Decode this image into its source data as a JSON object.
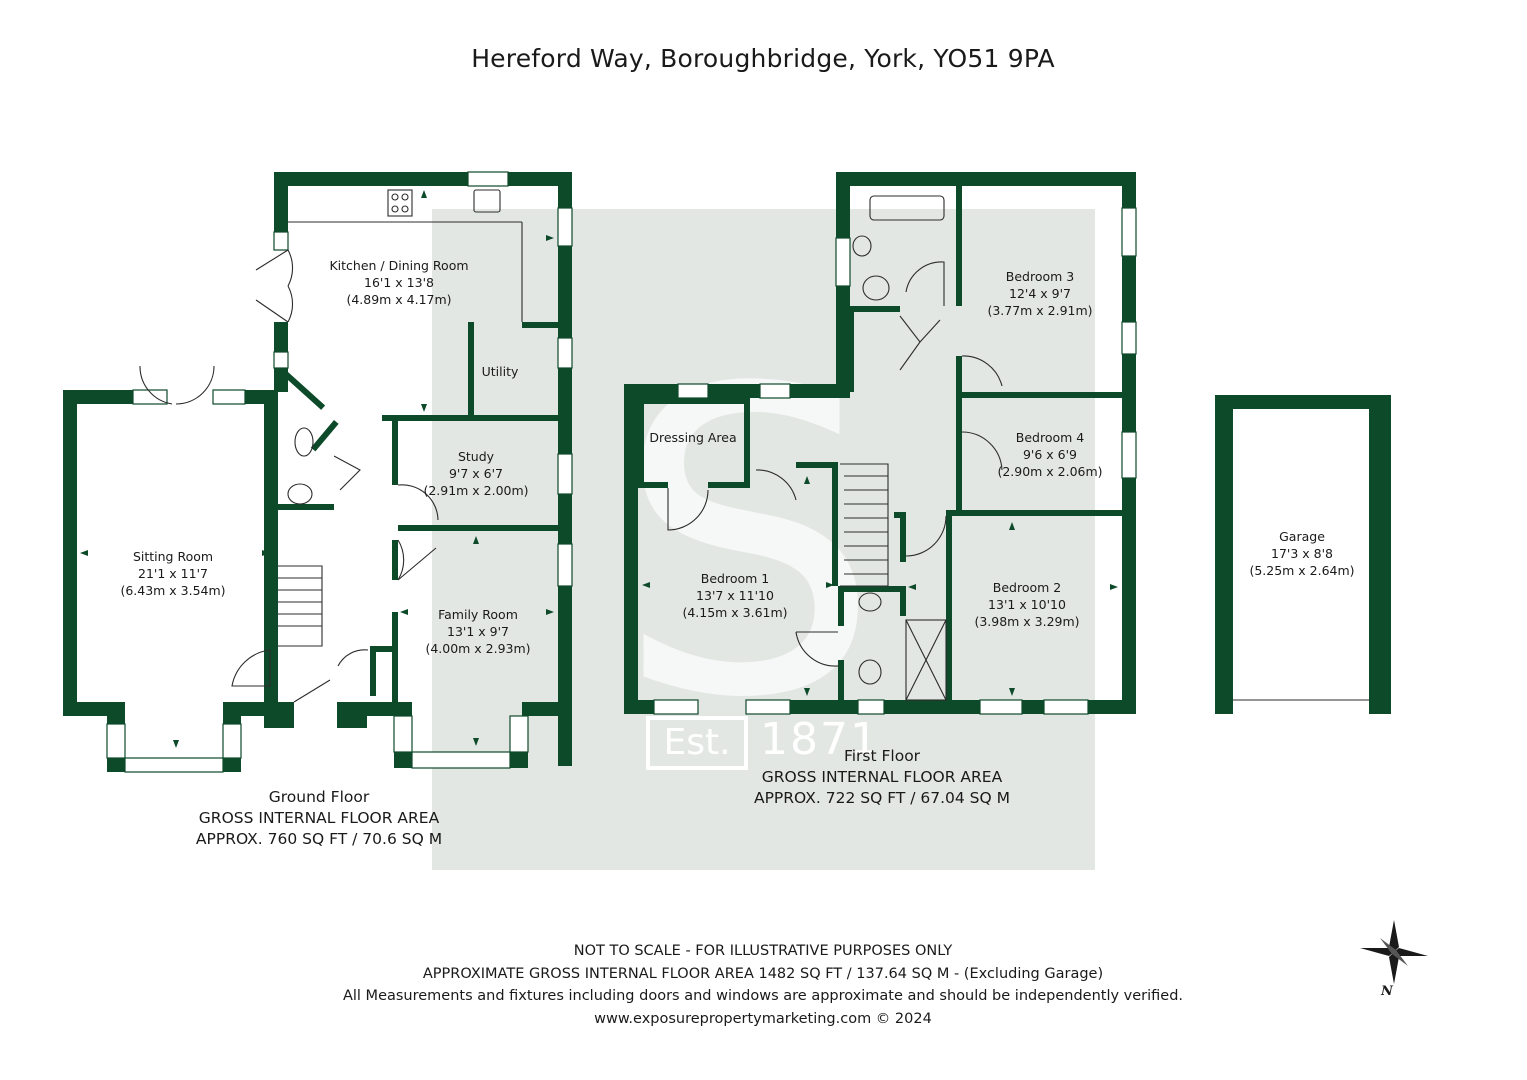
{
  "address": "Hereford Way, Boroughbridge, York, YO51 9PA",
  "colors": {
    "wall": "#0d4a2a",
    "watermark_panel": "#e3e7e4",
    "watermark_logo": "#f6f8f7"
  },
  "watermark": {
    "logo": "S",
    "est": "Est.",
    "year": "1871"
  },
  "rooms": {
    "kitchen": {
      "name": "Kitchen / Dining Room",
      "imperial": "16'1 x 13'8",
      "metric": "(4.89m x 4.17m)"
    },
    "utility": {
      "name": "Utility"
    },
    "sitting": {
      "name": "Sitting Room",
      "imperial": "21'1 x 11'7",
      "metric": "(6.43m x 3.54m)"
    },
    "study": {
      "name": "Study",
      "imperial": "9'7 x 6'7",
      "metric": "(2.91m x 2.00m)"
    },
    "family": {
      "name": "Family Room",
      "imperial": "13'1 x 9'7",
      "metric": "(4.00m x 2.93m)"
    },
    "dressing": {
      "name": "Dressing Area"
    },
    "bed1": {
      "name": "Bedroom 1",
      "imperial": "13'7 x 11'10",
      "metric": "(4.15m x 3.61m)"
    },
    "bed2": {
      "name": "Bedroom 2",
      "imperial": "13'1 x 10'10",
      "metric": "(3.98m x 3.29m)"
    },
    "bed3": {
      "name": "Bedroom 3",
      "imperial": "12'4 x 9'7",
      "metric": "(3.77m x 2.91m)"
    },
    "bed4": {
      "name": "Bedroom 4",
      "imperial": "9'6 x 6'9",
      "metric": "(2.90m x 2.06m)"
    },
    "garage": {
      "name": "Garage",
      "imperial": "17'3 x 8'8",
      "metric": "(5.25m x 2.64m)"
    }
  },
  "floors": {
    "ground": {
      "name": "Ground Floor",
      "label": "GROSS INTERNAL FLOOR AREA",
      "area": "APPROX. 760 SQ FT / 70.6 SQ M"
    },
    "first": {
      "name": "First Floor",
      "label": "GROSS INTERNAL FLOOR AREA",
      "area": "APPROX. 722 SQ FT / 67.04 SQ M"
    }
  },
  "footer": {
    "line1": "NOT TO SCALE - FOR ILLUSTRATIVE PURPOSES ONLY",
    "line2": "APPROXIMATE GROSS INTERNAL FLOOR AREA 1482 SQ FT / 137.64 SQ M - (Excluding Garage)",
    "line3": "All Measurements and fixtures including doors and windows are approximate and should be independently verified.",
    "line4": "www.exposurepropertymarketing.com © 2024"
  },
  "compass": {
    "label": "N",
    "icon": "compass-rose-icon"
  }
}
